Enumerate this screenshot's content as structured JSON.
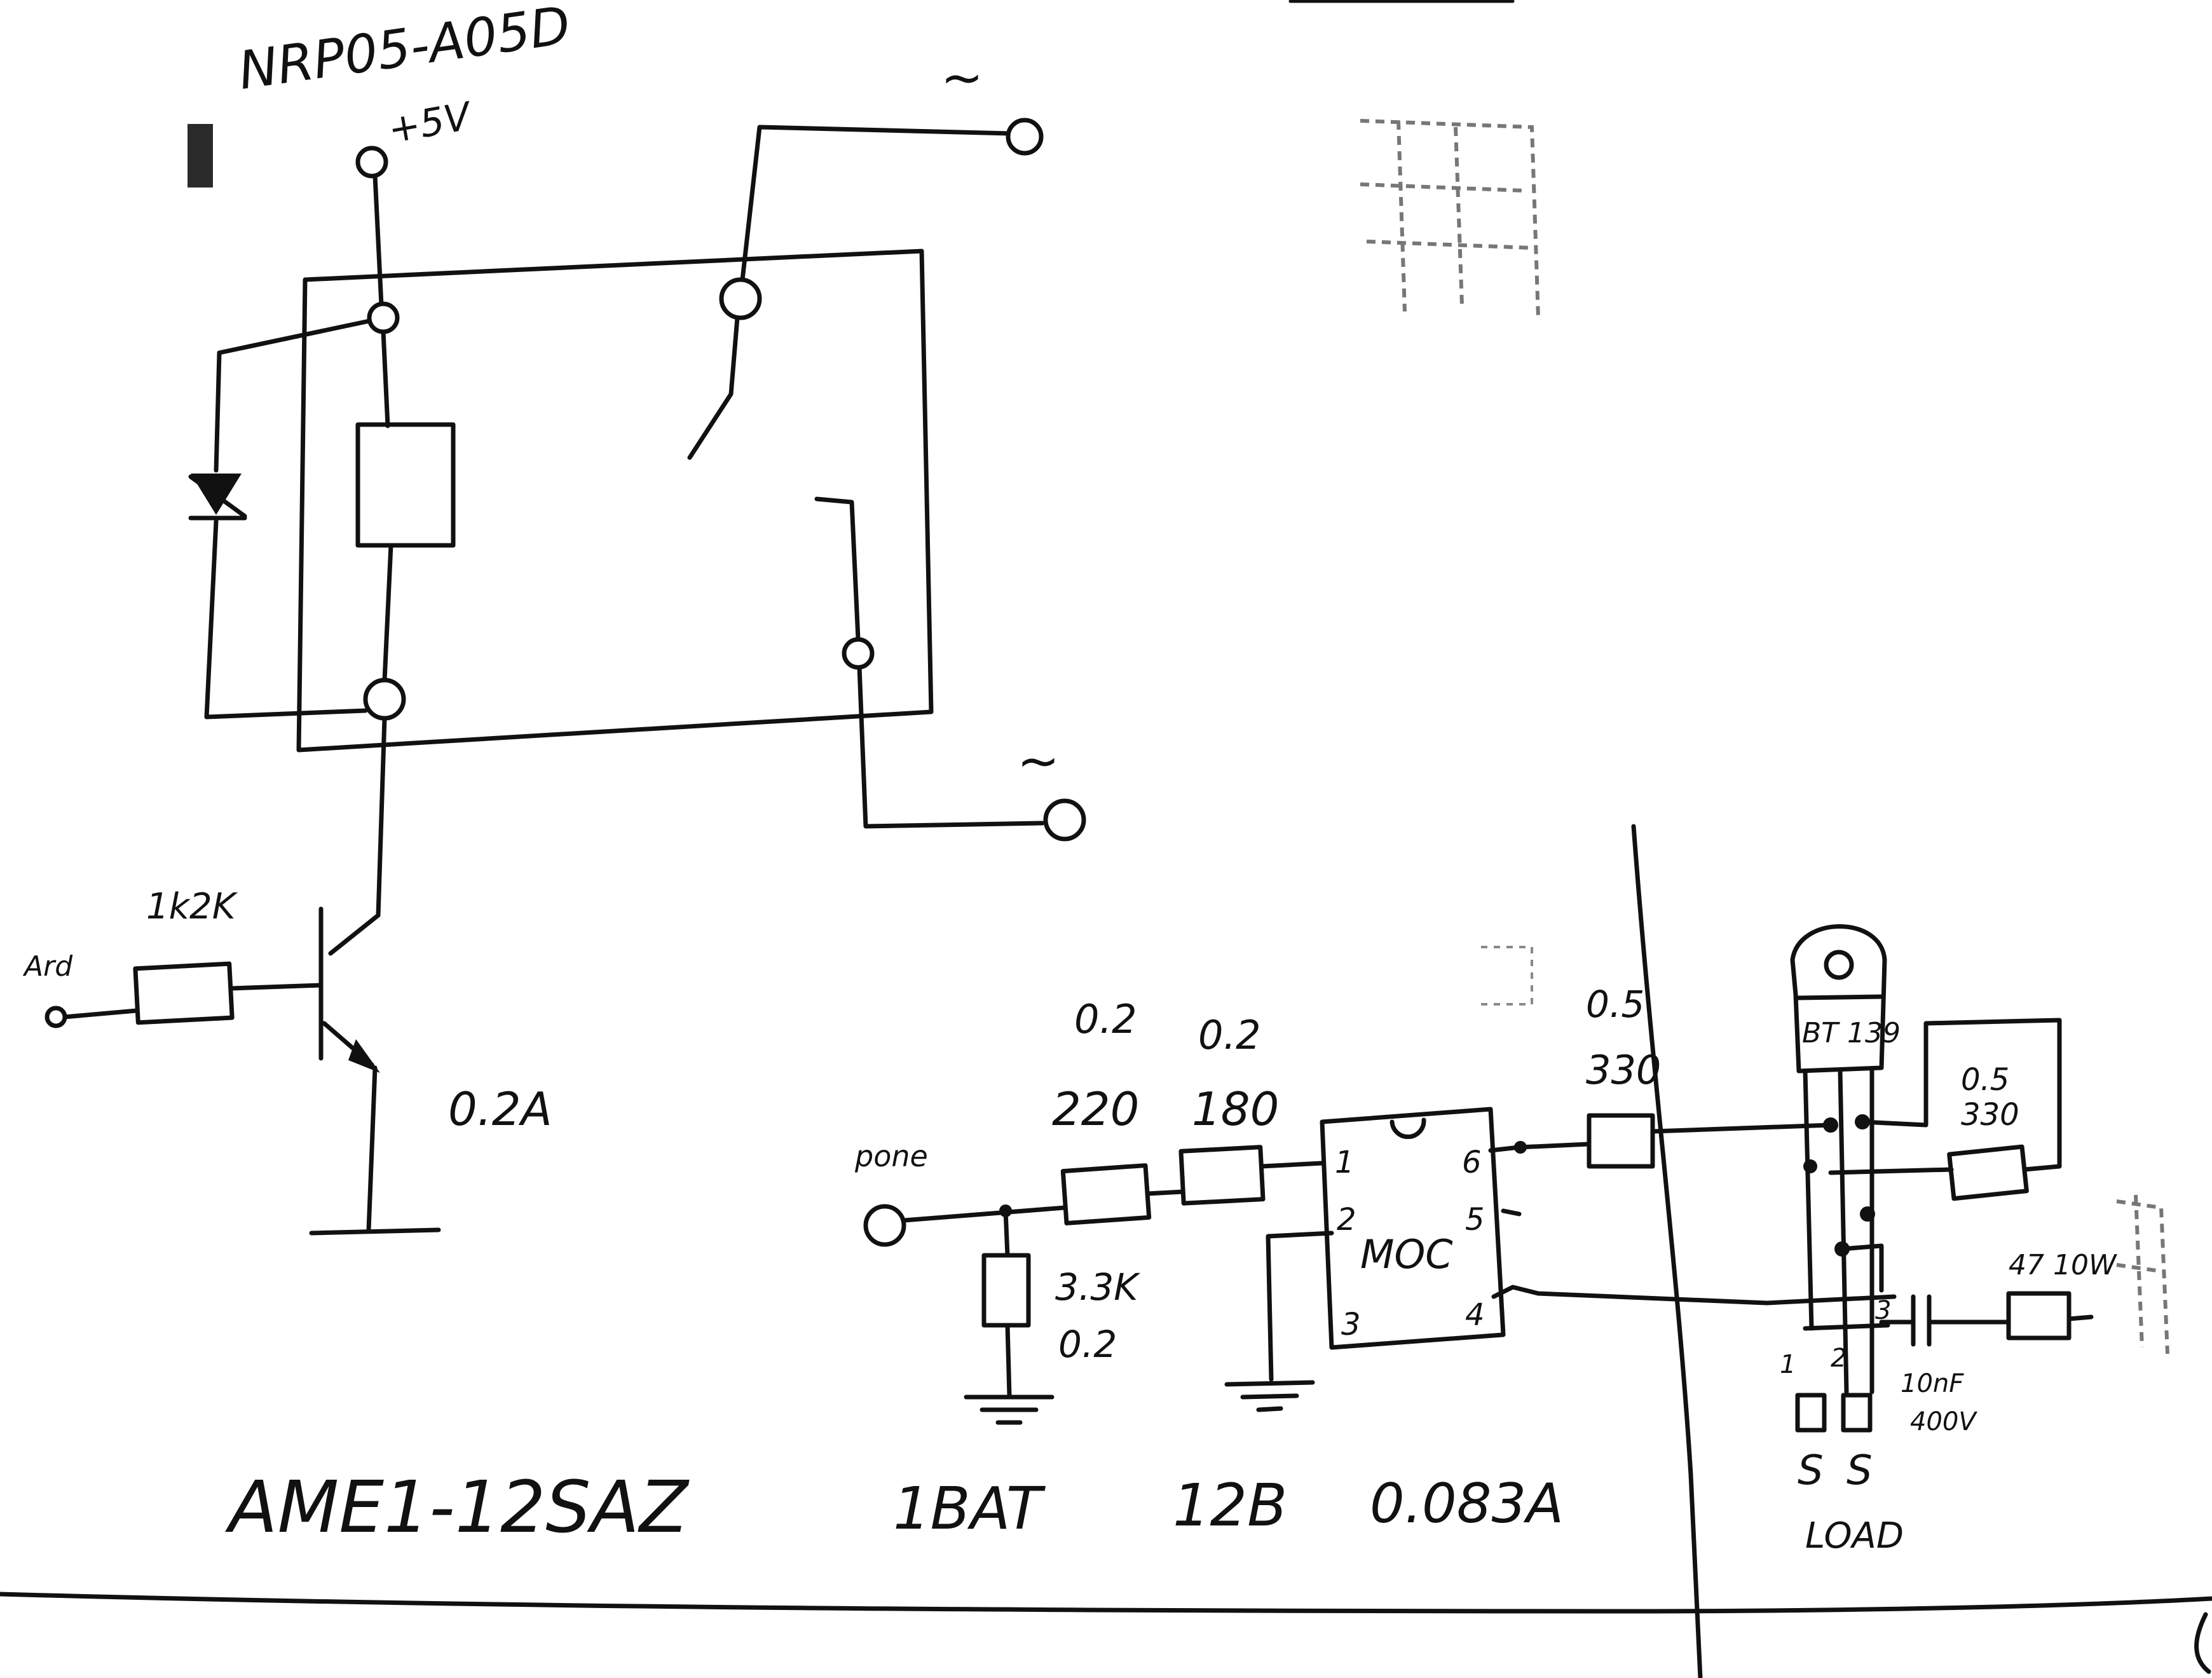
{
  "relay": {
    "part_number": "NRP05-A05D",
    "supply_label": "+5V",
    "ac_terminal_top": "~",
    "ac_terminal_bottom": "~"
  },
  "driver": {
    "input_label": "Ard",
    "resistor_value": "1k2K",
    "current_label": "0.2A"
  },
  "dc_converter": {
    "part_number": "AME1-12SAZ",
    "power": "1BAT",
    "voltage": "12B",
    "current": "0.083A"
  },
  "triac_driver": {
    "input_label": "pone",
    "chip_label": "MOC",
    "pins": [
      "1",
      "2",
      "3",
      "6",
      "5",
      "4"
    ],
    "r1_power": "0.2",
    "r1_value": "220",
    "r2_power": "0.2",
    "r2_value": "180",
    "r_shunt_value": "3.3K",
    "r_shunt_power": "0.2",
    "r_out_power": "0.5",
    "r_out_value": "330"
  },
  "triac": {
    "label": "BT 139",
    "pins": [
      "1",
      "2",
      "3"
    ],
    "snubber_r_power": "0.5",
    "snubber_r_value": "330",
    "snubber_c_value": "10nF",
    "snubber_c_voltage": "400V",
    "snubber_r2_value": "47 10W",
    "load_terminal_a": "S",
    "load_terminal_b": "S",
    "load_label": "LOAD"
  }
}
